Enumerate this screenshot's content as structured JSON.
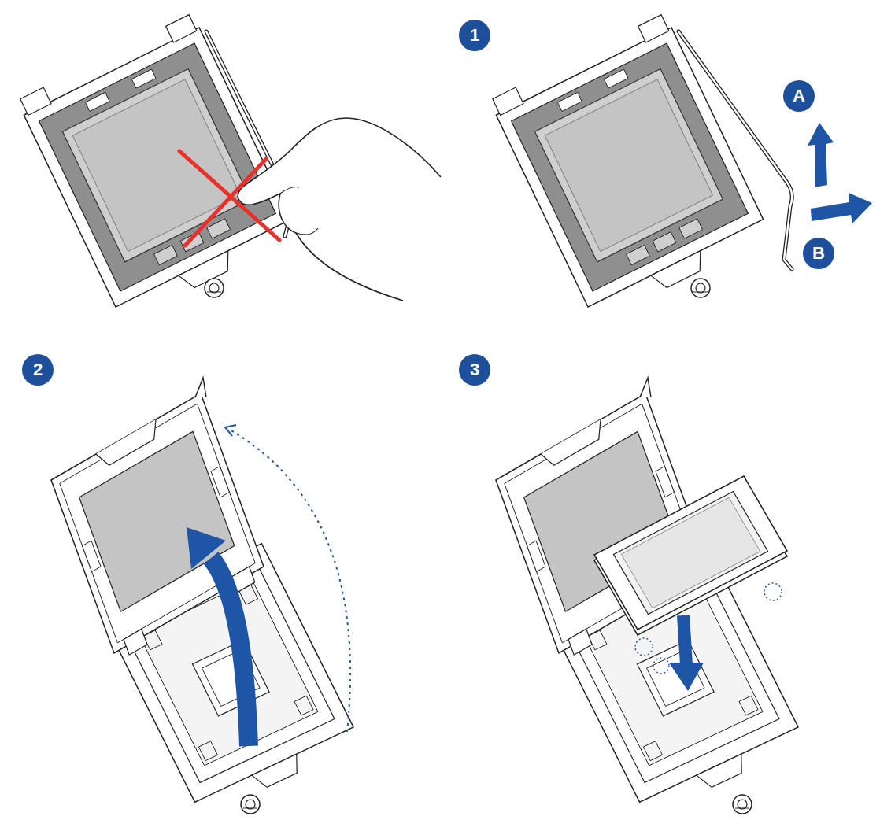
{
  "diagram": {
    "nodes": [
      {
        "text": [
          "1"
        ]
      },
      {
        "text": [
          "A"
        ]
      },
      {
        "text": [
          "B"
        ]
      },
      {
        "text": [
          "2"
        ]
      },
      {
        "text": [
          "3"
        ]
      }
    ]
  }
}
